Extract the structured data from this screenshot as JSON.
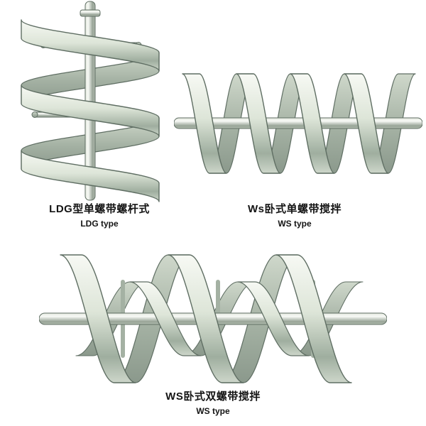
{
  "products": [
    {
      "id": "ldg",
      "label_zh": "LDG型单螺带螺杆式",
      "label_en": "LDG type"
    },
    {
      "id": "ws-single",
      "label_zh": "Ws卧式单螺带搅拌",
      "label_en": "WS type"
    },
    {
      "id": "ws-double",
      "label_zh": "WS卧式双螺带搅拌",
      "label_en": "WS type"
    }
  ],
  "colors": {
    "background": "#ffffff",
    "text": "#141414",
    "ribbon_hi": "#f7f9f4",
    "ribbon_light": "#dde5d8",
    "ribbon_shadow": "#9fae9f",
    "ribbon_mid": "#cdd6ca",
    "back_light": "#cfd8cb",
    "back_mid": "#a4b1a3",
    "back_dark": "#8b998c",
    "shaft_hi": "#f8faf6",
    "shaft_light": "#e3e8de",
    "shaft_dark": "#97a396",
    "shaft_mid": "#b4beb1",
    "edge": "#5f6e63"
  }
}
